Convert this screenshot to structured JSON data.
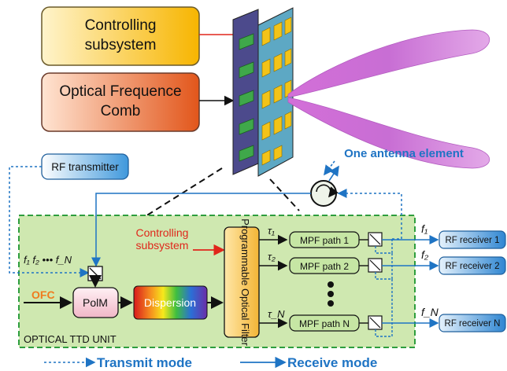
{
  "boxes": {
    "controlling_line1": "Controlling",
    "controlling_line2": "subsystem",
    "ofc_line1": "Optical Frequence",
    "ofc_line2": "Comb",
    "rf_transmitter": "RF transmitter"
  },
  "antenna_label": "One antenna element",
  "ttd": {
    "unit_label": "OPTICAL TTD UNIT",
    "controlling_line1": "Controlling",
    "controlling_line2": "subsystem",
    "ofc": "OFC",
    "polm": "PolM",
    "dispersion": "Dispersion",
    "filter_label": "Programmable Optical Filter",
    "input_freqs": "f₁  f₂ ••• f_N",
    "mpf_paths": [
      "MPF path 1",
      "MPF path 2",
      "MPF path N"
    ],
    "taus": [
      "τ₁",
      "τ₂",
      "τ_N"
    ],
    "freqs": [
      "f₁",
      "f₂",
      "f_N"
    ],
    "receivers": [
      "RF receiver 1",
      "RF receiver 2",
      "RF receiver N"
    ]
  },
  "legend": {
    "transmit": "Transmit mode",
    "receive": "Receive mode"
  },
  "colors": {
    "controlling_box": "#f7b500",
    "ofc_box": "#e85a1c",
    "rf_box": "#5aa8e0",
    "ttd_bg": "#cfe8b0",
    "ttd_border": "#2e9e3e",
    "mpf_box": "#c6e6a4",
    "line_blue": "#1f74c4",
    "red_text": "#e0261b",
    "ofc_text": "#f07b1e"
  }
}
